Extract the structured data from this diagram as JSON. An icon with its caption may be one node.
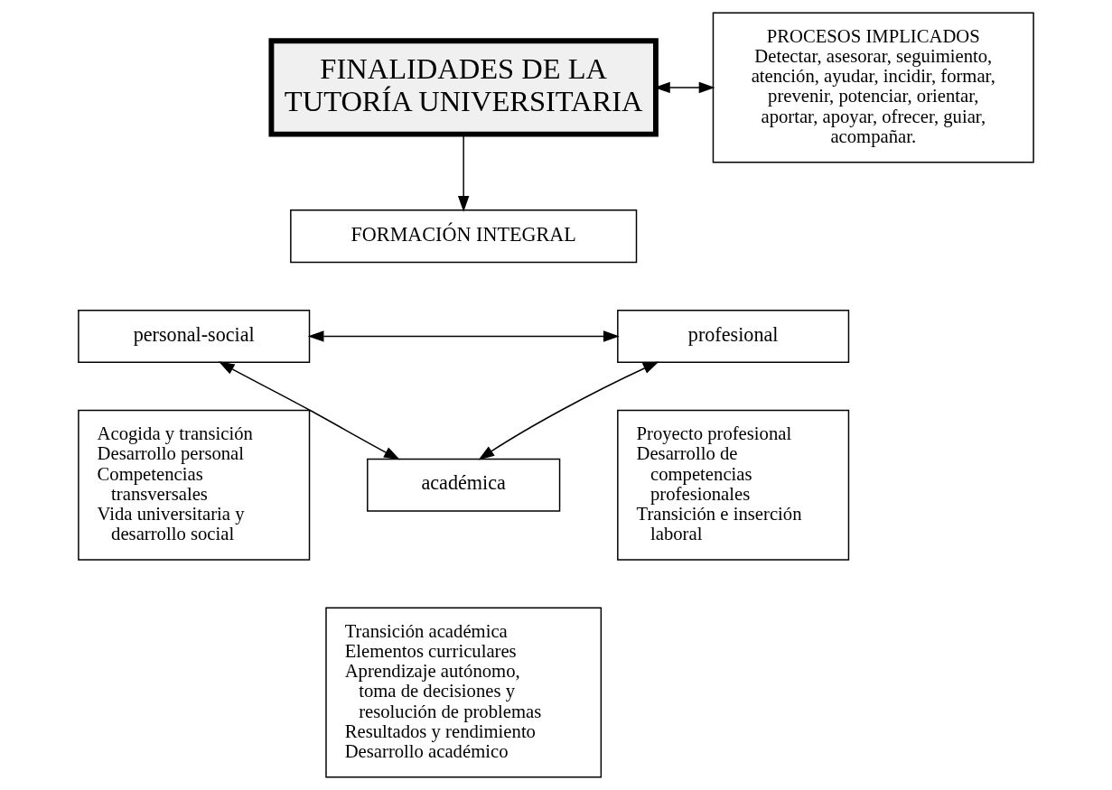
{
  "diagram": {
    "nodes": [
      {
        "text": [
          "FINALIDADES DE LA TUTORÍA UNIVERSITARIA"
        ]
      },
      {
        "text": [
          "PROCESOS IMPLICADOS",
          "Detectar, asesorar, seguimiento, atención, ayudar, incidir, formar, prevenir, potenciar, orientar, aportar, apoyar, ofrecer, guiar, acompañar."
        ]
      },
      {
        "text": [
          "FORMACIÓN INTEGRAL"
        ]
      },
      {
        "text": [
          "personal-social"
        ]
      },
      {
        "text": [
          "profesional"
        ]
      },
      {
        "text": [
          "académica"
        ]
      },
      {
        "text": [
          "Acogida y transición",
          "Desarrollo personal",
          "Competencias transversales",
          "Vida universitaria y desarrollo social"
        ]
      },
      {
        "text": [
          "Transición académica",
          "Elementos curriculares",
          "Aprendizaje autónomo, toma de decisiones y resolución de problemas",
          "Resultados y rendimiento",
          "Desarrollo académico"
        ]
      },
      {
        "text": [
          "Proyecto profesional",
          "Desarrollo de competencias profesionales",
          "Transición e inserción laboral"
        ]
      }
    ],
    "edges": [
      {
        "from": 0,
        "to": 1,
        "arrow": "both"
      },
      {
        "from": 0,
        "to": 2,
        "arrow": "to"
      },
      {
        "from": 3,
        "to": 4,
        "arrow": "both"
      },
      {
        "from": 3,
        "to": 5,
        "arrow": "both"
      },
      {
        "from": 4,
        "to": 5,
        "arrow": "both"
      }
    ]
  }
}
